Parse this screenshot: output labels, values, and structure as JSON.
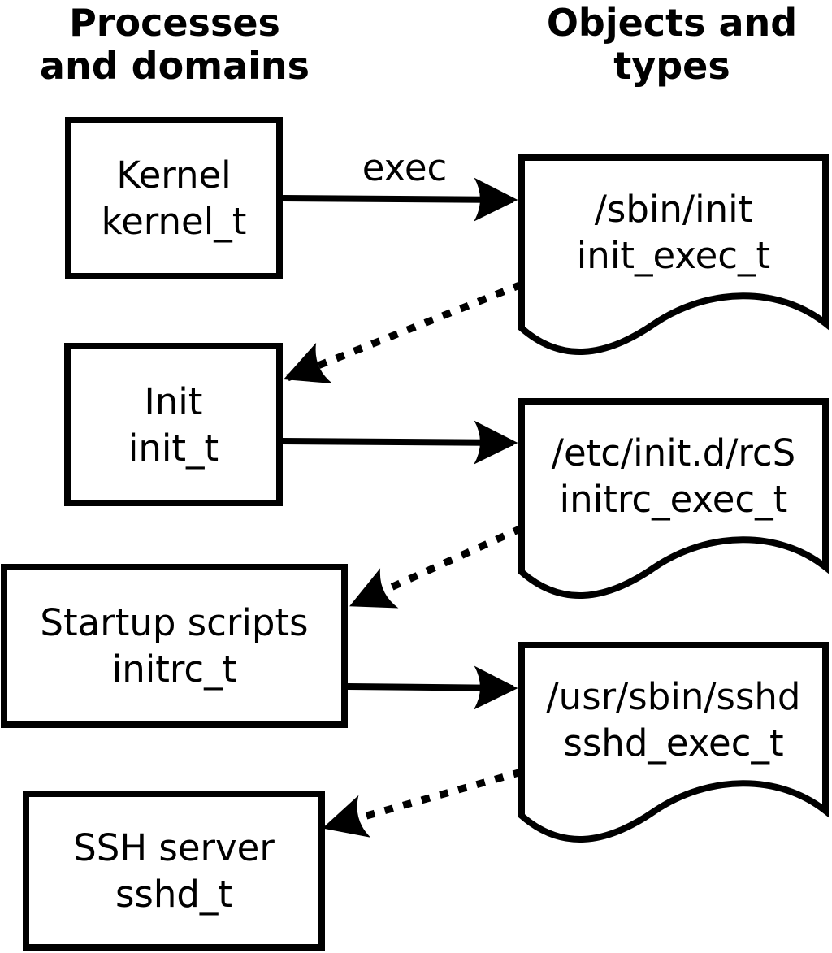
{
  "column_headers": {
    "left": {
      "line1": "Processes",
      "line2": "and domains"
    },
    "right": {
      "line1": "Objects and",
      "line2": "types"
    }
  },
  "process_nodes": [
    {
      "label": "Kernel",
      "domain": "kernel_t"
    },
    {
      "label": "Init",
      "domain": "init_t"
    },
    {
      "label": "Startup scripts",
      "domain": "initrc_t"
    },
    {
      "label": "SSH server",
      "domain": "sshd_t"
    }
  ],
  "object_nodes": [
    {
      "path": "/sbin/init",
      "type": "init_exec_t"
    },
    {
      "path": "/etc/init.d/rcS",
      "type": "initrc_exec_t"
    },
    {
      "path": "/usr/sbin/sshd",
      "type": "sshd_exec_t"
    }
  ],
  "edges": [
    {
      "from": "kernel_t",
      "to": "init_exec_t",
      "style": "solid",
      "label": "exec"
    },
    {
      "from": "init_exec_t",
      "to": "init_t",
      "style": "dotted",
      "label": ""
    },
    {
      "from": "init_t",
      "to": "initrc_exec_t",
      "style": "solid",
      "label": ""
    },
    {
      "from": "initrc_exec_t",
      "to": "initrc_t",
      "style": "dotted",
      "label": ""
    },
    {
      "from": "initrc_t",
      "to": "sshd_exec_t",
      "style": "solid",
      "label": ""
    },
    {
      "from": "sshd_exec_t",
      "to": "sshd_t",
      "style": "dotted",
      "label": ""
    }
  ],
  "colors": {
    "ink": "#000000",
    "paper": "#ffffff"
  }
}
